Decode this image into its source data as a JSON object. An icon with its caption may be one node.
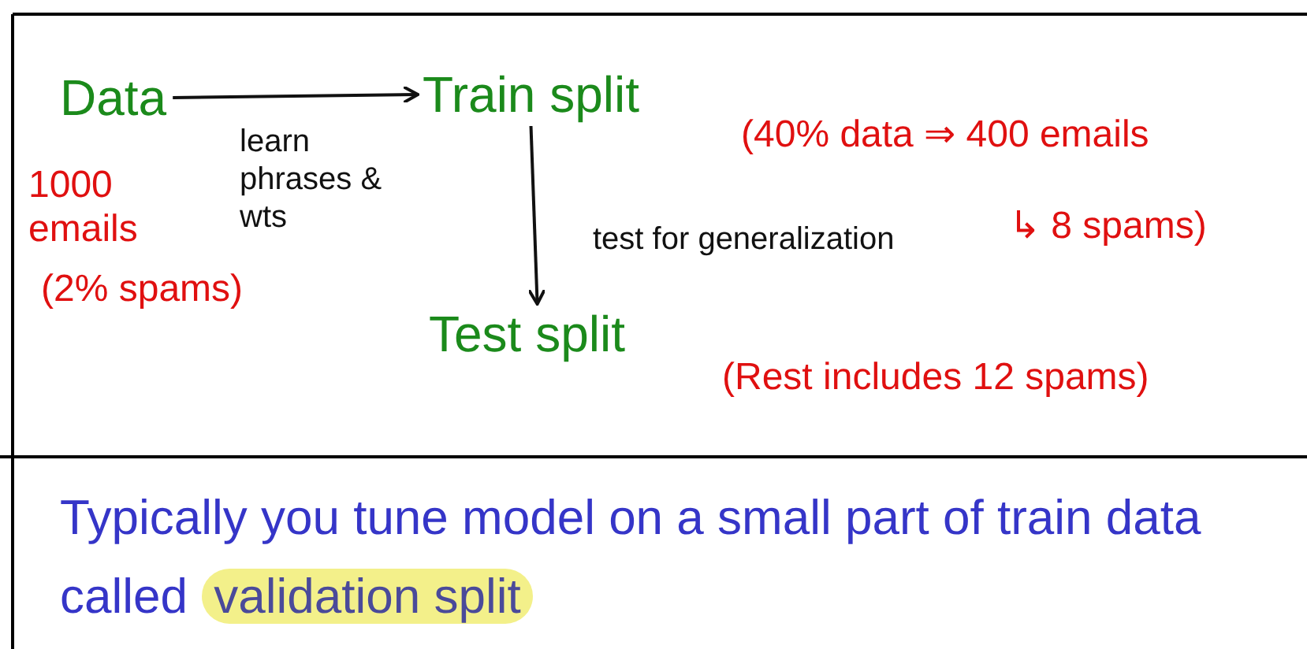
{
  "diagram": {
    "nodes": [
      {
        "text": [
          "Data"
        ],
        "beside": [
          "1000 emails",
          "(2% spams)"
        ]
      },
      {
        "text": [
          "Train split"
        ],
        "beside": [
          "(40% data ⇒ 400 emails",
          "↳ 8 spams)"
        ]
      },
      {
        "text": [
          "Test split"
        ],
        "beside": [
          "(Rest includes 12 spams)"
        ]
      }
    ],
    "edges": [
      {
        "from": 0,
        "to": 1,
        "arrow": "to",
        "label": "learn phrases & wts"
      },
      {
        "from": 1,
        "to": 2,
        "arrow": "to",
        "label": "test for generalization"
      }
    ],
    "labels": [
      "Typically you tune model on a small part of train data called",
      "validation split"
    ]
  }
}
